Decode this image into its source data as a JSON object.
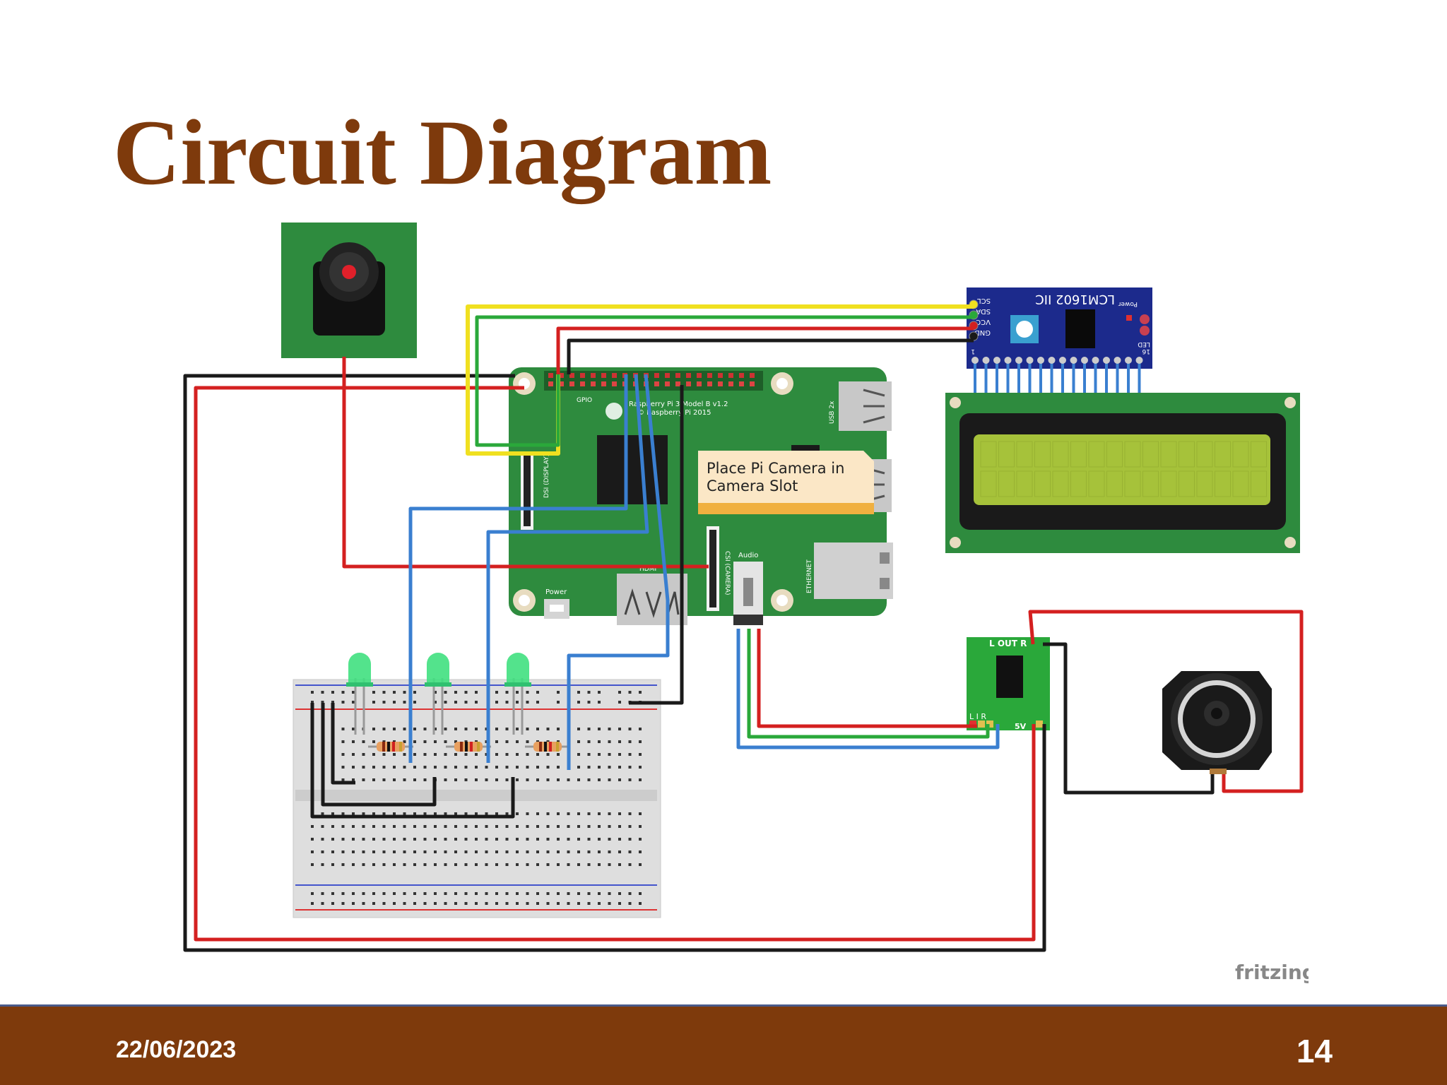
{
  "slide": {
    "title": "Circuit Diagram",
    "date": "22/06/2023",
    "page_number": "14"
  },
  "diagram": {
    "note": [
      "Place Pi Camera in",
      "Camera Slot"
    ],
    "watermark": "fritzing",
    "lcd_module_label": "LCM1602 IIC",
    "lcd_pins": [
      "SCL",
      "SDA",
      "VCC",
      "GND"
    ],
    "lcd_power_label": "Power",
    "lcd_led_label": "LED",
    "lcd_pin_first": "1",
    "lcd_pin_last": "16",
    "pi_board_label": [
      "Raspberry Pi 3 Model B v1.2",
      "© Raspberry Pi 2015"
    ],
    "pi_gpio_label": "GPIO",
    "pi_display_label": "DSI (DISPLAY)",
    "pi_camera_label": "CSI (CAMERA)",
    "pi_audio_label": "Audio",
    "pi_power_label": "Power",
    "pi_hdmi_label": "HDMI",
    "pi_usb_label": "USB 2x",
    "pi_ethernet_label": "ETHERNET",
    "amp_out_label": "L OUT R",
    "amp_in_label": "L  I  R",
    "amp_5v_label": "5V",
    "colors": {
      "wire_red": "#d42020",
      "wire_black": "#1a1a1a",
      "wire_blue": "#3a7fd0",
      "wire_green": "#2aa83a",
      "wire_yellow": "#f0e020",
      "pi_board": "#2e8b3e",
      "lcd_blue": "#1c2a8c",
      "lcd_screen": "#a6c23a"
    }
  }
}
